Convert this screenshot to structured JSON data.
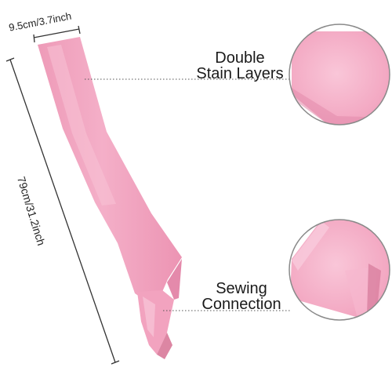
{
  "dimensions": {
    "width_label": "9.5cm/3.7inch",
    "length_label": "79cm/31.2inch"
  },
  "callouts": [
    {
      "line1": "Double",
      "line2": "Stain Layers"
    },
    {
      "line1": "Sewing",
      "line2": "Connection"
    }
  ],
  "colors": {
    "sash_pink": "#f2a2be",
    "sash_highlight": "#f8c2d6",
    "sash_shadow": "#d9839f",
    "guide_line": "#333333",
    "leader_dots": "#555555",
    "zoom_border": "#8a8a8a"
  }
}
